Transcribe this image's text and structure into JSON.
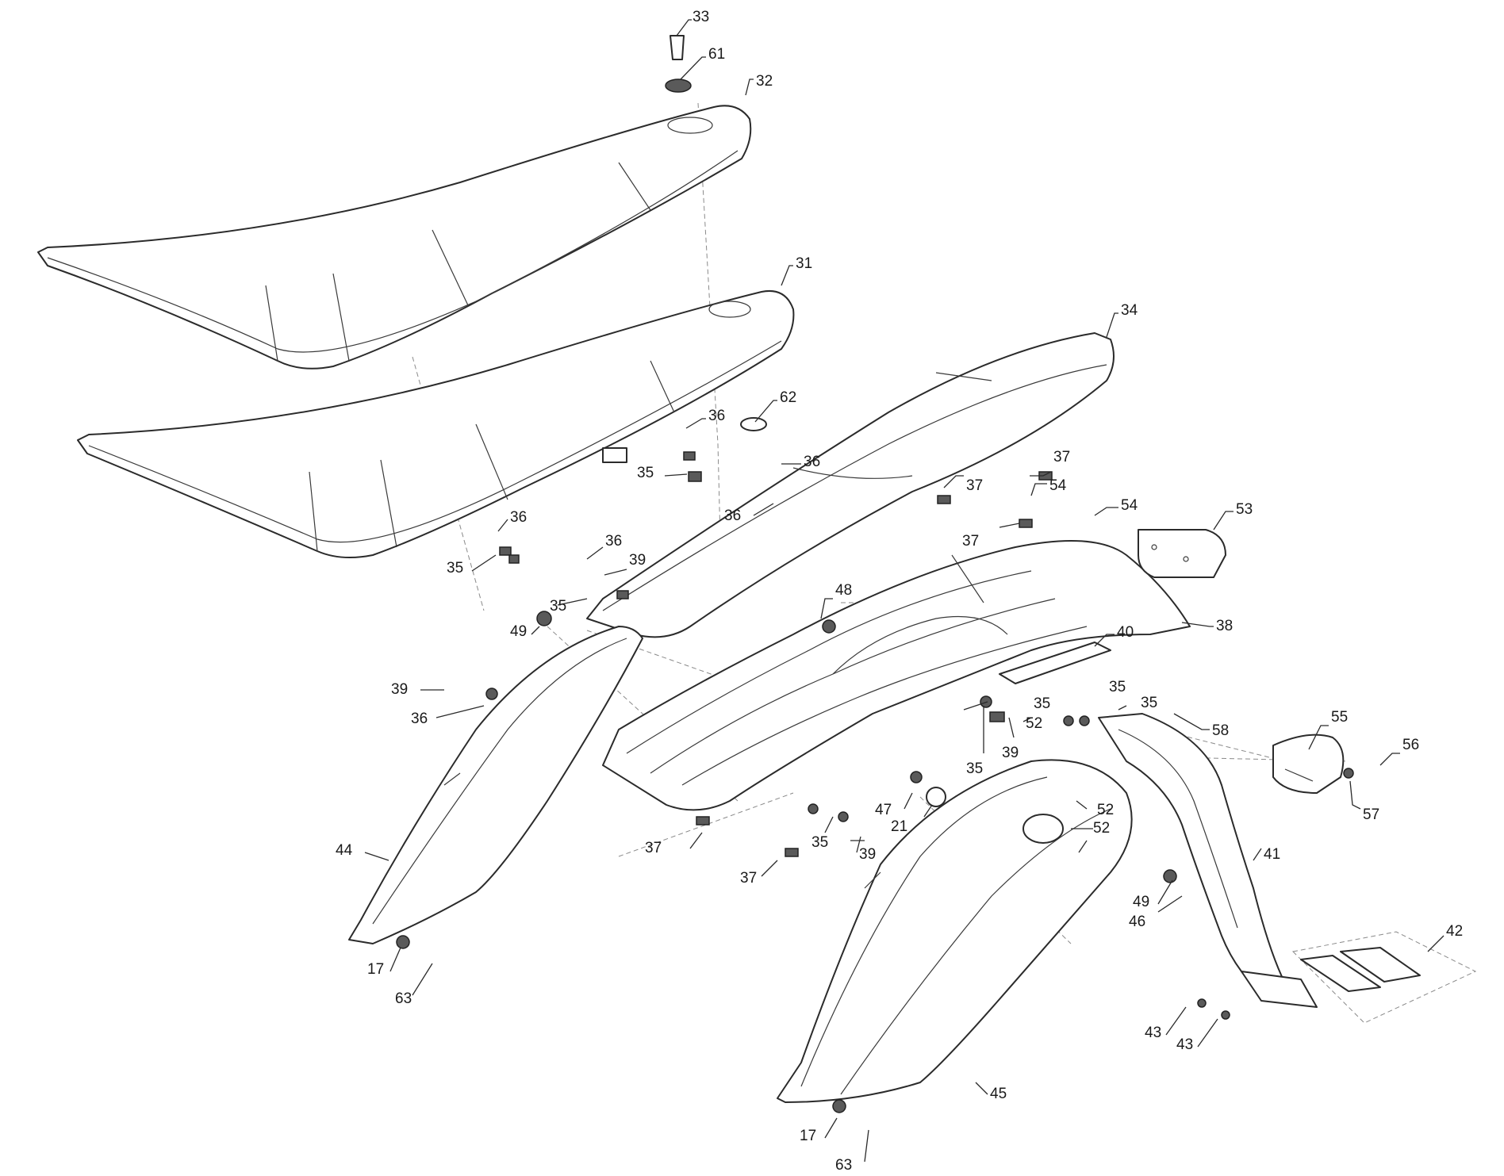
{
  "diagram": {
    "callouts": [
      {
        "id": "c33a",
        "label": "33"
      },
      {
        "id": "c61",
        "label": "61"
      },
      {
        "id": "c32",
        "label": "32"
      },
      {
        "id": "c31",
        "label": "31"
      },
      {
        "id": "c34",
        "label": "34"
      },
      {
        "id": "c62",
        "label": "62"
      },
      {
        "id": "c36a",
        "label": "36"
      },
      {
        "id": "c36b",
        "label": "36"
      },
      {
        "id": "c35a",
        "label": "35"
      },
      {
        "id": "c36c",
        "label": "36"
      },
      {
        "id": "c36d",
        "label": "36"
      },
      {
        "id": "c35b",
        "label": "35"
      },
      {
        "id": "c36e",
        "label": "36"
      },
      {
        "id": "c39a",
        "label": "39"
      },
      {
        "id": "c35c",
        "label": "35"
      },
      {
        "id": "c37a",
        "label": "37"
      },
      {
        "id": "c37b",
        "label": "37"
      },
      {
        "id": "c54a",
        "label": "54"
      },
      {
        "id": "c37c",
        "label": "37"
      },
      {
        "id": "c54b",
        "label": "54"
      },
      {
        "id": "c53",
        "label": "53"
      },
      {
        "id": "c48",
        "label": "48"
      },
      {
        "id": "c38",
        "label": "38"
      },
      {
        "id": "c49a",
        "label": "49"
      },
      {
        "id": "c40",
        "label": "40"
      },
      {
        "id": "c39b",
        "label": "39"
      },
      {
        "id": "c36f",
        "label": "36"
      },
      {
        "id": "c35d",
        "label": "35"
      },
      {
        "id": "c35e",
        "label": "35"
      },
      {
        "id": "c35f",
        "label": "35"
      },
      {
        "id": "c52a",
        "label": "52"
      },
      {
        "id": "c55",
        "label": "55"
      },
      {
        "id": "c58",
        "label": "58"
      },
      {
        "id": "c39c",
        "label": "39"
      },
      {
        "id": "c56",
        "label": "56"
      },
      {
        "id": "c35g",
        "label": "35"
      },
      {
        "id": "c47",
        "label": "47"
      },
      {
        "id": "c21",
        "label": "21"
      },
      {
        "id": "c52b",
        "label": "52"
      },
      {
        "id": "c57",
        "label": "57"
      },
      {
        "id": "c52c",
        "label": "52"
      },
      {
        "id": "c37d",
        "label": "37"
      },
      {
        "id": "c35h",
        "label": "35"
      },
      {
        "id": "c39d",
        "label": "39"
      },
      {
        "id": "c44",
        "label": "44"
      },
      {
        "id": "c41",
        "label": "41"
      },
      {
        "id": "c37e",
        "label": "37"
      },
      {
        "id": "c49b",
        "label": "49"
      },
      {
        "id": "c46",
        "label": "46"
      },
      {
        "id": "c42",
        "label": "42"
      },
      {
        "id": "c17a",
        "label": "17"
      },
      {
        "id": "c63a",
        "label": "63"
      },
      {
        "id": "c43a",
        "label": "43"
      },
      {
        "id": "c43b",
        "label": "43"
      },
      {
        "id": "c45",
        "label": "45"
      },
      {
        "id": "c17b",
        "label": "17"
      },
      {
        "id": "c63b",
        "label": "63"
      }
    ]
  }
}
